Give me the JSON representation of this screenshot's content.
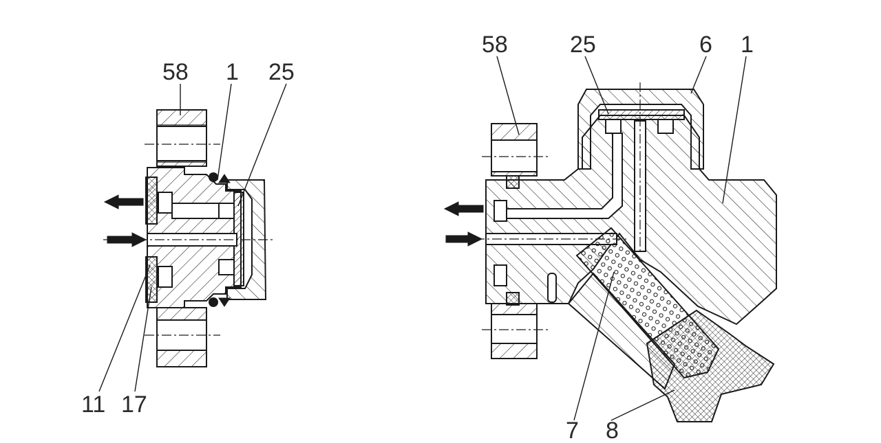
{
  "left_view": {
    "labels": {
      "l58": "58",
      "l1": "1",
      "l25": "25",
      "l11": "11",
      "l17": "17"
    }
  },
  "right_view": {
    "labels": {
      "r58": "58",
      "r25": "25",
      "r6": "6",
      "r1": "1",
      "r7": "7",
      "r8": "8"
    }
  }
}
